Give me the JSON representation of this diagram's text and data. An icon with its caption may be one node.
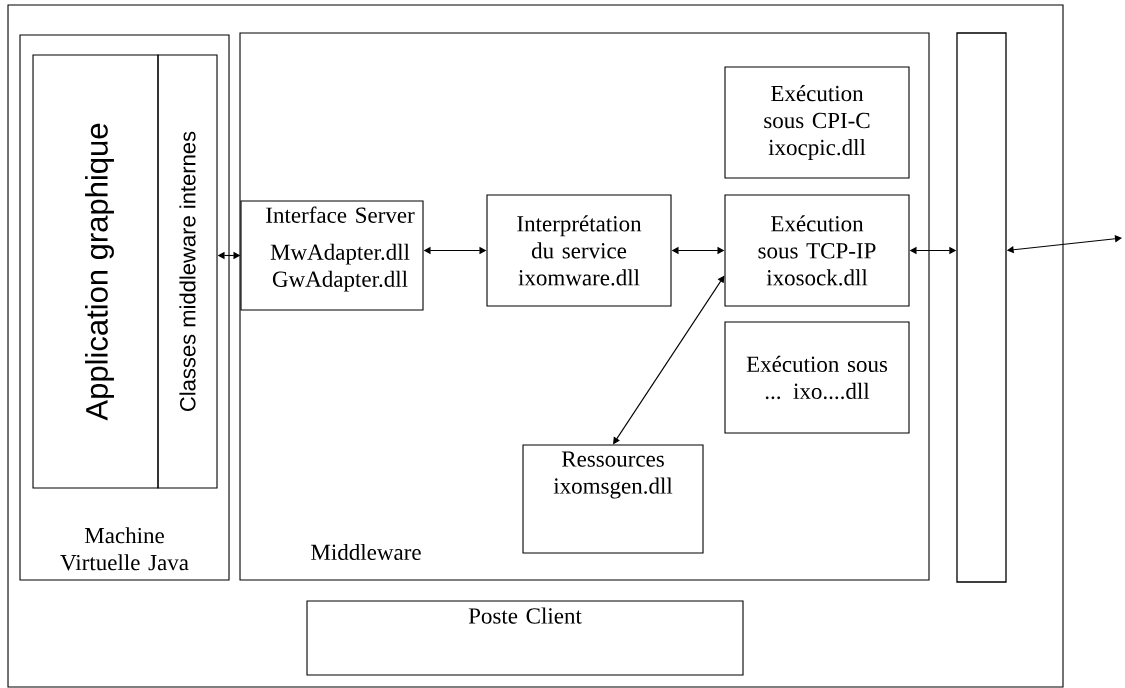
{
  "diagram": {
    "nodes": [
      {
        "text": [],
        "shape": "box"
      },
      {
        "text": [
          "Machine Virtuelle Java"
        ],
        "in": 0
      },
      {
        "text": [
          "Application graphique"
        ],
        "in": 1
      },
      {
        "text": [
          "Classes middleware internes"
        ],
        "in": 1
      },
      {
        "text": [
          "Middleware"
        ],
        "in": 0
      },
      {
        "text": [
          "Interface Server",
          "MwAdapter.dll GwAdapter.dll"
        ],
        "in": 4
      },
      {
        "text": [
          "Interprétation du service ixomware.dll"
        ],
        "in": 4
      },
      {
        "text": [
          "Exécution sous CPI-C ixocpic.dll"
        ],
        "in": 4
      },
      {
        "text": [
          "Exécution sous TCP-IP ixosock.dll"
        ],
        "in": 4
      },
      {
        "text": [
          "Exécution sous ... ixo....dll"
        ],
        "in": 4
      },
      {
        "text": [
          "Ressources ixomsgen.dll"
        ],
        "in": 4
      },
      {
        "text": [],
        "shape": "bar",
        "in": 0
      },
      {
        "text": [
          "Poste Client"
        ],
        "in": 0
      }
    ],
    "edges": [
      {
        "from": 3,
        "to": 5,
        "arrow": "both"
      },
      {
        "from": 5,
        "to": 6,
        "arrow": "both"
      },
      {
        "from": 6,
        "to": 8,
        "arrow": "both"
      },
      {
        "from": 8,
        "to": 11,
        "arrow": "both"
      },
      {
        "from": 10,
        "to": 8,
        "arrow": "both"
      },
      {
        "from": 11,
        "to": null,
        "arrow": "both"
      }
    ]
  }
}
